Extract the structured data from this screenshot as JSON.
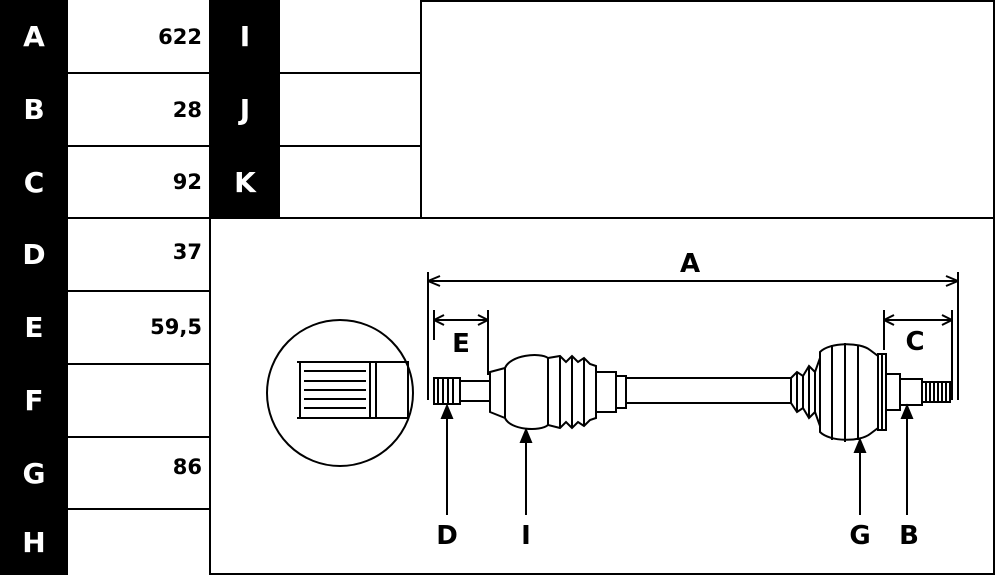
{
  "table_left": [
    {
      "key": "A",
      "value": "622"
    },
    {
      "key": "B",
      "value": "28"
    },
    {
      "key": "C",
      "value": "92"
    },
    {
      "key": "D",
      "value": "37"
    },
    {
      "key": "E",
      "value": "59,5"
    },
    {
      "key": "F",
      "value": ""
    },
    {
      "key": "G",
      "value": "86"
    },
    {
      "key": "H",
      "value": ""
    }
  ],
  "table_right": [
    {
      "key": "I",
      "value": ""
    },
    {
      "key": "J",
      "value": ""
    },
    {
      "key": "K",
      "value": ""
    }
  ],
  "diagram_labels": {
    "a": "A",
    "b": "B",
    "c": "C",
    "d": "D",
    "e": "E",
    "g": "G",
    "i": "I"
  }
}
